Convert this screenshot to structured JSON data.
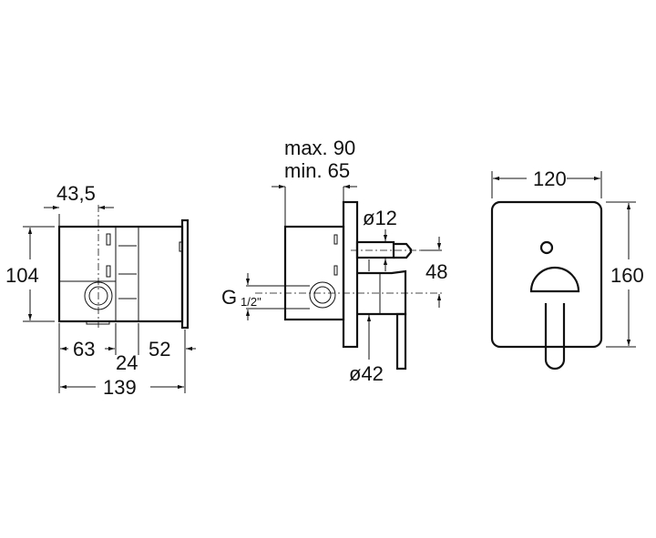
{
  "drawing": {
    "side_box": {
      "width": "43,5",
      "height": "104",
      "seg1": "63",
      "seg2": "24",
      "seg3": "52",
      "total": "139"
    },
    "section": {
      "depth_max": "max. 90",
      "depth_min": "min. 65",
      "stem_dia": "ø12",
      "offset": "48",
      "thread": "G",
      "thread_frac": "1/2\"",
      "body_dia": "ø42"
    },
    "front": {
      "width": "120",
      "height": "160"
    }
  }
}
